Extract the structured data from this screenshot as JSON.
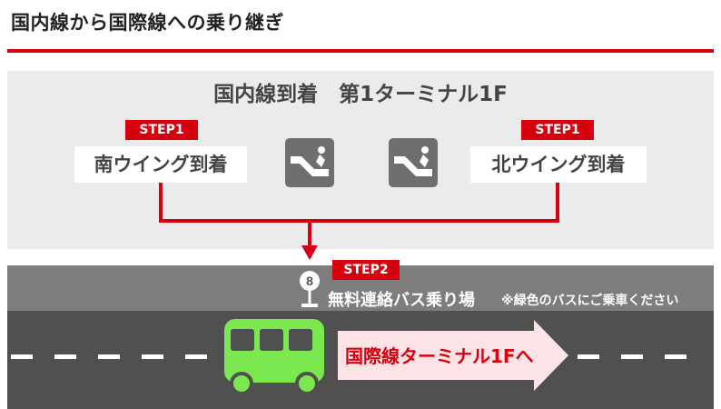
{
  "page": {
    "title": "国内線から国際線への乗り継ぎ"
  },
  "arrival_zone": {
    "title": "国内線到着　第1ターミナル1F",
    "south": {
      "step": "STEP1",
      "label": "南ウイング到着"
    },
    "north": {
      "step": "STEP1",
      "label": "北ウイング到着"
    }
  },
  "bus_stop": {
    "step": "STEP2",
    "number": "8",
    "name": "無料連絡バス乗り場",
    "note": "※緑色のバスにご乗車ください"
  },
  "destination": {
    "label": "国際線ターミナル1Fへ"
  },
  "icons": {
    "escalator_left": "escalator-icon",
    "escalator_right": "escalator-icon",
    "bus": "bus-icon",
    "bus_stop": "bus-stop-icon"
  },
  "colors": {
    "accent": "#d7000f",
    "bus": "#7be84f",
    "arrow_fill": "#fde3e6"
  }
}
